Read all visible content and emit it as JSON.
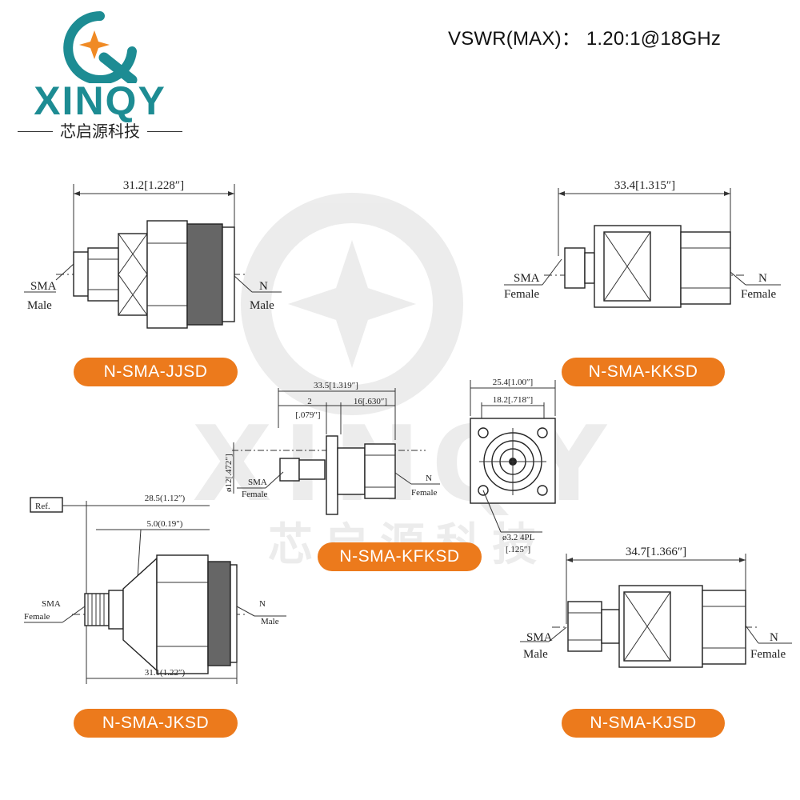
{
  "spec": {
    "text": "VSWR(MAX)： 1.20:1@18GHz"
  },
  "brand": {
    "wordmark": "XINQY",
    "chinese_name": "芯启源科技"
  },
  "watermark": {
    "wordmark": "XINQY",
    "chinese_name": "芯启源科技"
  },
  "colors": {
    "accent_orange": "#ec7a1c",
    "brand_teal": "#1d8c93",
    "brand_orange": "#f08a24"
  },
  "drawings": {
    "jjsd": {
      "model": "N-SMA-JJSD",
      "length": "31.2[1.228″]",
      "left_label": [
        "SMA",
        "Male"
      ],
      "right_label": [
        "N",
        "Male"
      ]
    },
    "kksd": {
      "model": "N-SMA-KKSD",
      "length": "33.4[1.315″]",
      "left_label": [
        "SMA",
        "Female"
      ],
      "right_label": [
        "N",
        "Female"
      ]
    },
    "kfksd": {
      "model": "N-SMA-KFKSD",
      "length": "33.5[1.319″]",
      "dim_a": [
        "2",
        "[.079″]"
      ],
      "dim_b": "16[.630″]",
      "diameter": "ø12[.472″]",
      "left_label": [
        "SMA",
        "Female"
      ],
      "right_label": [
        "N",
        "Female"
      ],
      "flange_outer": "25.4[1.00″]",
      "flange_inner": "18.2[.718″]",
      "hole": [
        "ø3.2  4PL",
        "[.125″]"
      ]
    },
    "jksd": {
      "model": "N-SMA-JKSD",
      "ref": "Ref.",
      "ref_length": "28.5(1.12″)",
      "thread": "5.0(0.19″)",
      "length": "31.1(1.22″)",
      "left_label": [
        "SMA",
        "Female"
      ],
      "right_label": [
        "N",
        "Male"
      ]
    },
    "kjsd": {
      "model": "N-SMA-KJSD",
      "length": "34.7[1.366″]",
      "left_label": [
        "SMA",
        "Male"
      ],
      "right_label": [
        "N",
        "Female"
      ]
    }
  }
}
